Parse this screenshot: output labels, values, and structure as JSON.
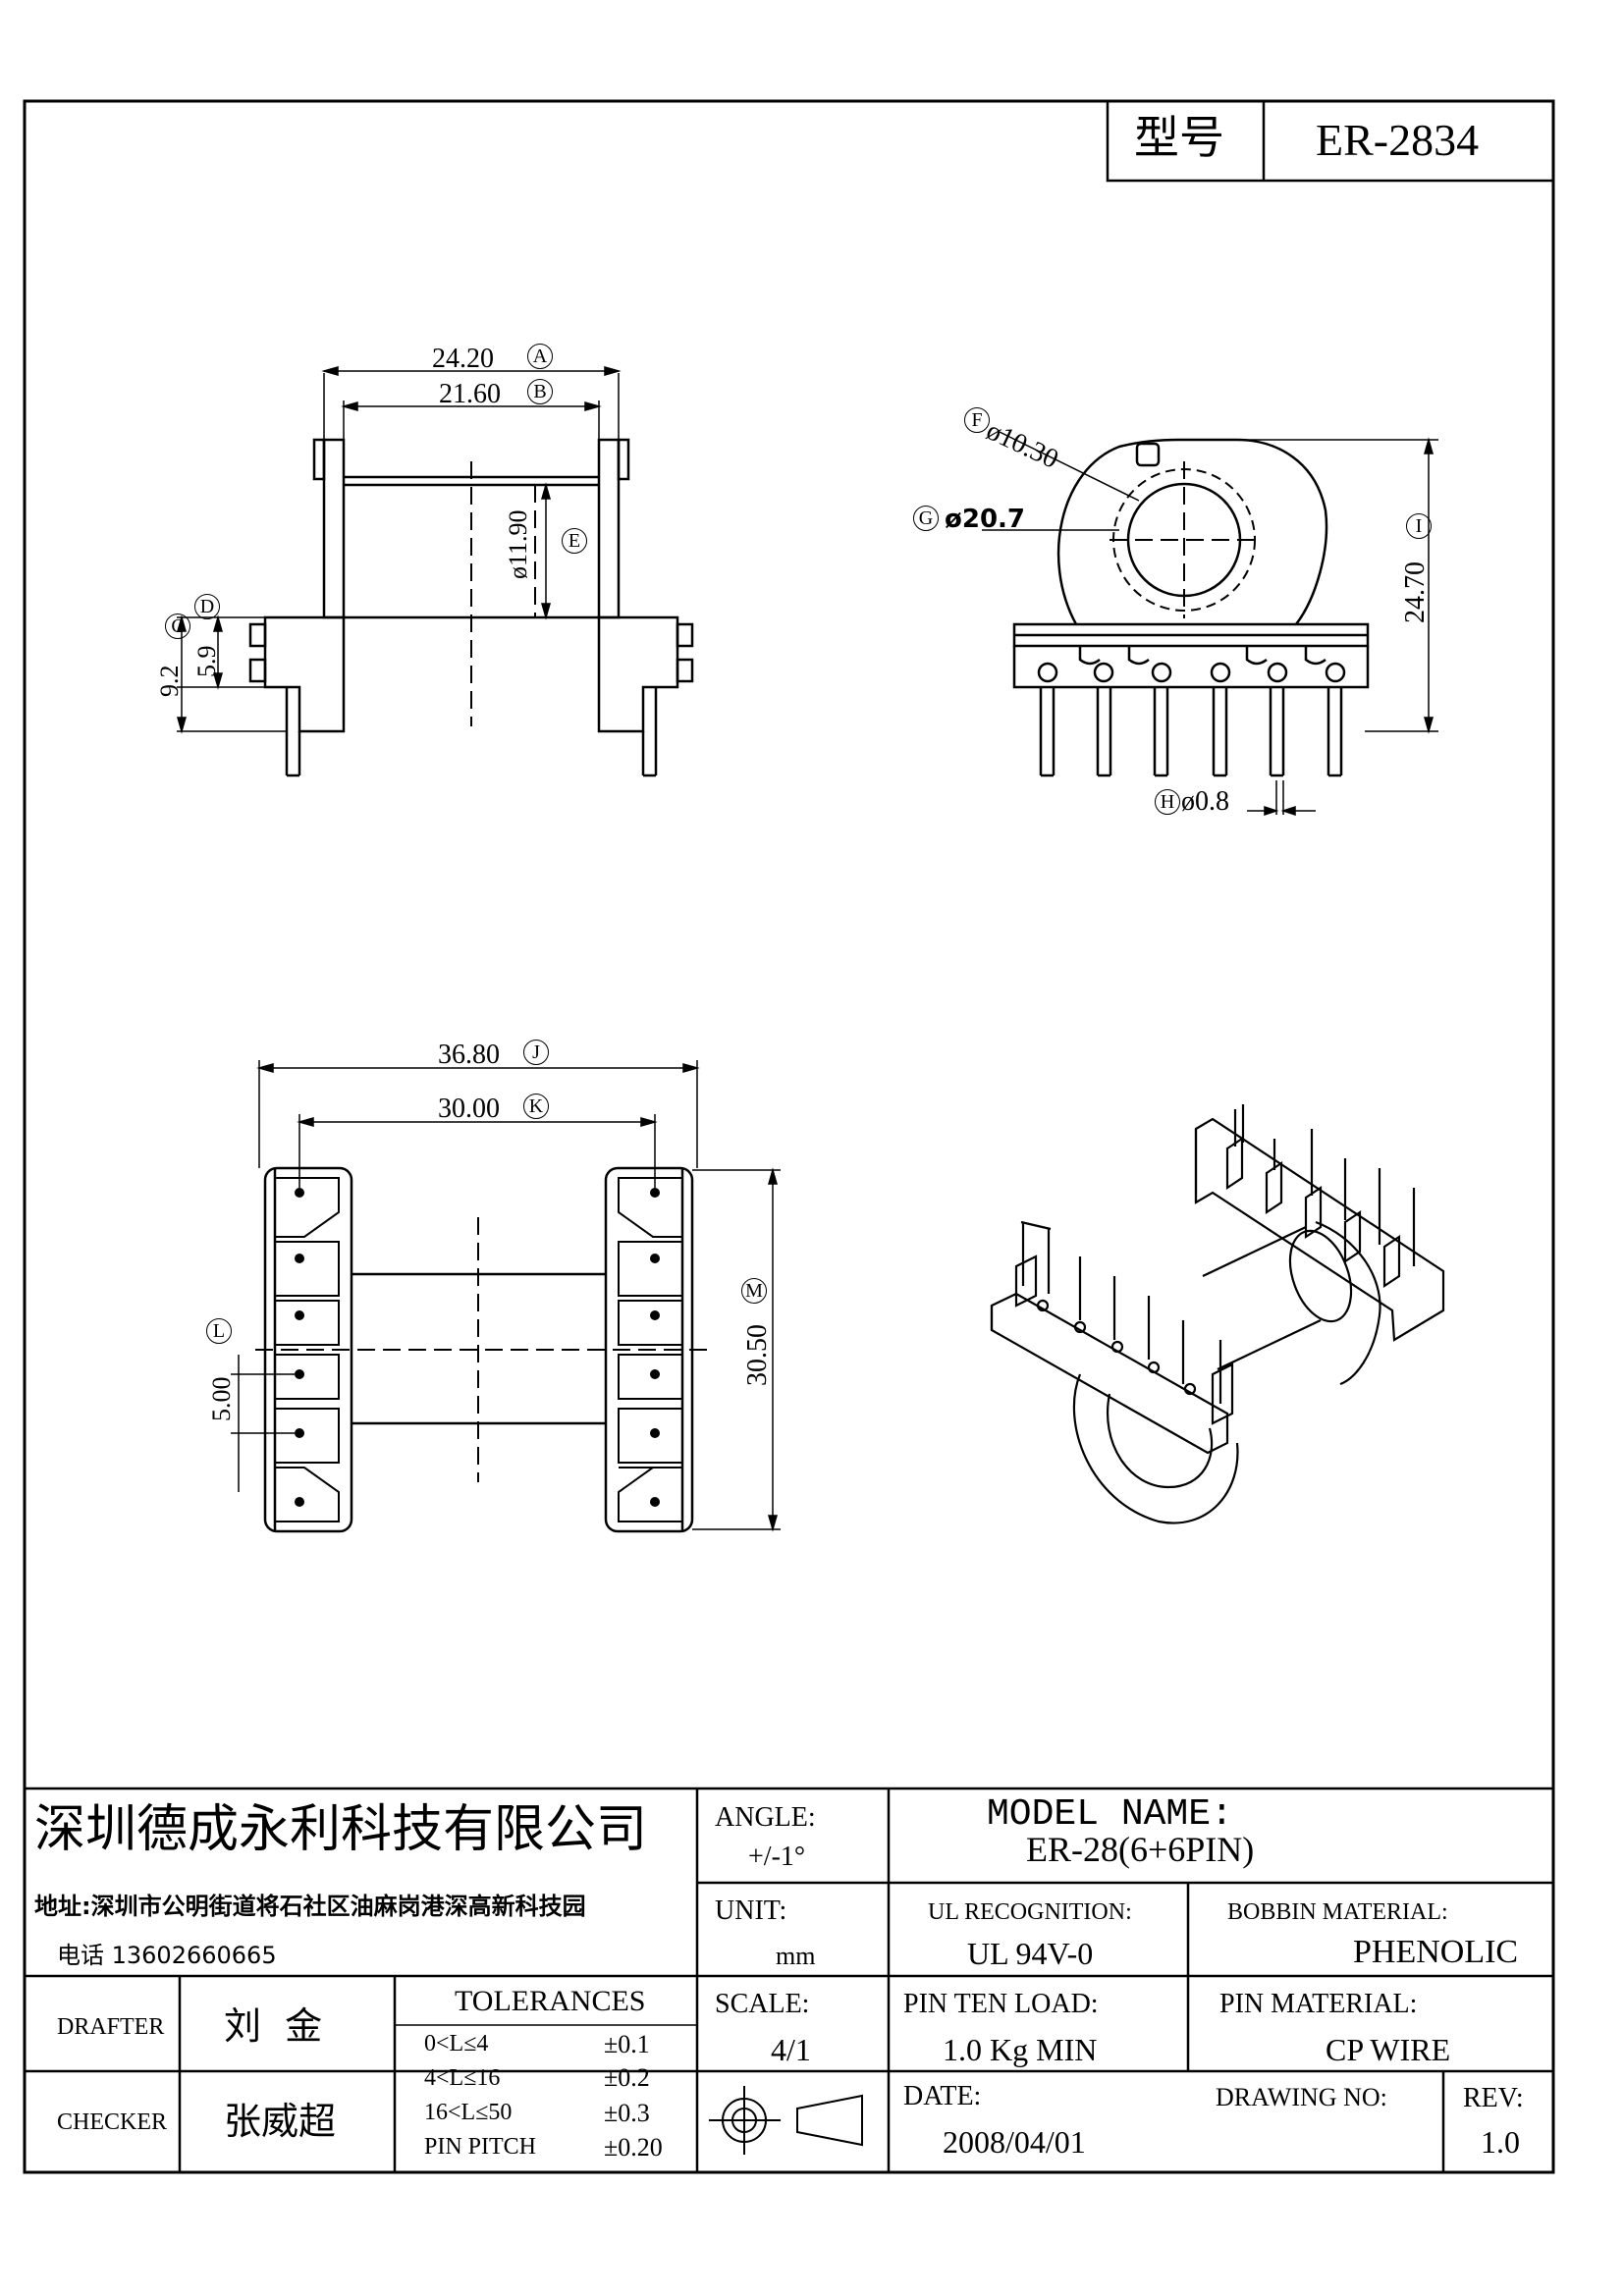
{
  "header": {
    "model_label": "型号",
    "model_value": "ER-2834"
  },
  "dims": {
    "A": {
      "value": "24.20",
      "tag": "A"
    },
    "B": {
      "value": "21.60",
      "tag": "B"
    },
    "C": {
      "value": "9.2",
      "tag": "C"
    },
    "D": {
      "value": "5.9",
      "tag": "D"
    },
    "E": {
      "value": "ø11.90",
      "tag": "E"
    },
    "F": {
      "value": "ø10.30",
      "tag": "F"
    },
    "G": {
      "value": "ø20.7",
      "tag": "G"
    },
    "H": {
      "value": "ø0.8",
      "tag": "H"
    },
    "I": {
      "value": "24.70",
      "tag": "I"
    },
    "J": {
      "value": "36.80",
      "tag": "J"
    },
    "K": {
      "value": "30.00",
      "tag": "K"
    },
    "L": {
      "value": "5.00",
      "tag": "L"
    },
    "M": {
      "value": "30.50",
      "tag": "M"
    }
  },
  "titleblock": {
    "company": "深圳德成永利科技有限公司",
    "address": "地址:深圳市公明街道将石社区油麻岗港深高新科技园",
    "phone": "电话 13602660665",
    "angle_label": "ANGLE:",
    "angle_value": "+/-1°",
    "model_name_label": "MODEL NAME:",
    "model_name_value": "ER-28(6+6PIN)",
    "unit_label": "UNIT:",
    "unit_value": "mm",
    "ul_label": "UL RECOGNITION:",
    "ul_value": "UL 94V-0",
    "bobbin_label": "BOBBIN MATERIAL:",
    "bobbin_value": "PHENOLIC",
    "drafter_label": "DRAFTER",
    "drafter_value": "刘  金",
    "tolerances_label": "TOLERANCES",
    "tolerances": [
      {
        "range": "0<L≤4",
        "tol": "±0.1"
      },
      {
        "range": "4<L≤16",
        "tol": "±0.2"
      },
      {
        "range": "16<L≤50",
        "tol": "±0.3"
      },
      {
        "range": "PIN PITCH",
        "tol": "±0.20"
      }
    ],
    "scale_label": "SCALE:",
    "scale_value": "4/1",
    "pin_load_label": "PIN TEN LOAD:",
    "pin_load_value": "1.0 Kg MIN",
    "pin_material_label": "PIN MATERIAL:",
    "pin_material_value": "CP WIRE",
    "checker_label": "CHECKER",
    "checker_value": "张威超",
    "date_label": "DATE:",
    "date_value": "2008/04/01",
    "drawing_no_label": "DRAWING NO:",
    "drawing_no_value": "",
    "rev_label": "REV:",
    "rev_value": "1.0"
  }
}
